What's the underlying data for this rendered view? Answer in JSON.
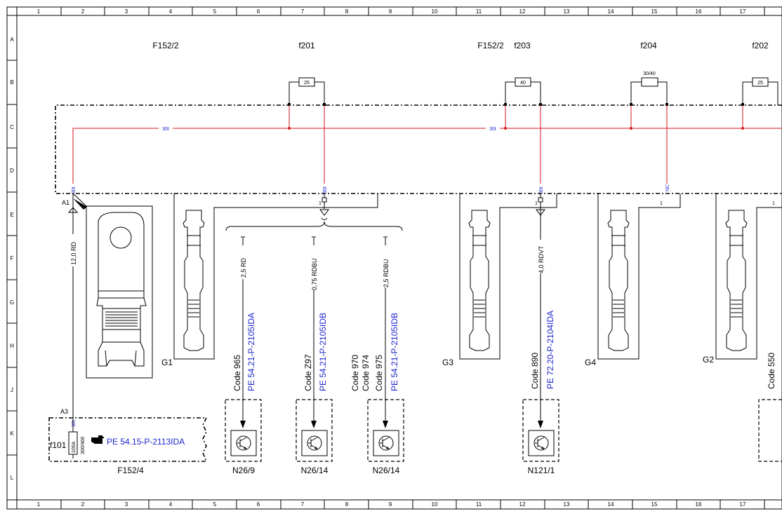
{
  "border": {
    "columns": [
      "1",
      "2",
      "3",
      "4",
      "5",
      "6",
      "7",
      "8",
      "9",
      "10",
      "11",
      "12",
      "13",
      "14",
      "15",
      "16",
      "17"
    ],
    "rows": [
      "A",
      "B",
      "C",
      "D",
      "E",
      "F",
      "G",
      "H",
      "J",
      "K",
      "L"
    ]
  },
  "headers": {
    "f152_2_left": "F152/2",
    "f201": "f201",
    "f152_2_right": "F152/2",
    "f203": "f203",
    "f204": "f204",
    "f202": "f202"
  },
  "fuses": {
    "f201_rating": "25",
    "f203_rating": "40",
    "f204_rating": "30/40",
    "f202_rating": "25"
  },
  "terminals": {
    "bus_label_left": "30t",
    "bus_label_mid": "30t",
    "pin_30t_a": "30t",
    "pin_30t_b": "30t",
    "pin_30t_c": "30t",
    "pin_nc": "NC",
    "pin_1_a": "1",
    "pin_1_b": "1",
    "pin_1_c": "1",
    "pin_1_d": "1",
    "a1": "A1",
    "a3": "A3",
    "a3_pin": "30t"
  },
  "wires": {
    "w_12rd": "12,0 RD",
    "w_25rd": "2,5 RD",
    "w_075rdbu": "0,75 RDBU",
    "w_25rdbu": "2,5 RDBU",
    "w_40rdvt": "4,0 RDVT"
  },
  "connectors": {
    "g1": "G1",
    "g3": "G3",
    "g4": "G4",
    "g2": "G2"
  },
  "codes": {
    "c965": "Code 965",
    "cz97": "Code Z97",
    "c970": "Code 970",
    "c974": "Code 974",
    "c975": "Code 975",
    "c890": "Code 890",
    "c550": "Code 550"
  },
  "references": {
    "pe_2105ida": "PE 54.21-P-2105IDA",
    "pe_2105idb_a": "PE 54.21-P-2105IDB",
    "pe_2105idb_b": "PE 54.21-P-2105IDB",
    "pe_2104ida": "PE 72.20-P-2104IDA",
    "pe_2113ida": "PE 54.15-P-2113IDA"
  },
  "components": {
    "n26_9": "N26/9",
    "n26_14_a": "N26/14",
    "n26_14_b": "N26/14",
    "n121_1": "N121/1",
    "f152_4": "F152/4",
    "f101": "f101",
    "f101_rating": "100A",
    "f101_rating2": "300/400"
  },
  "colors": {
    "wire_red": "#d6161c",
    "reference_blue": "#1d27c9",
    "line_black": "#000000"
  }
}
